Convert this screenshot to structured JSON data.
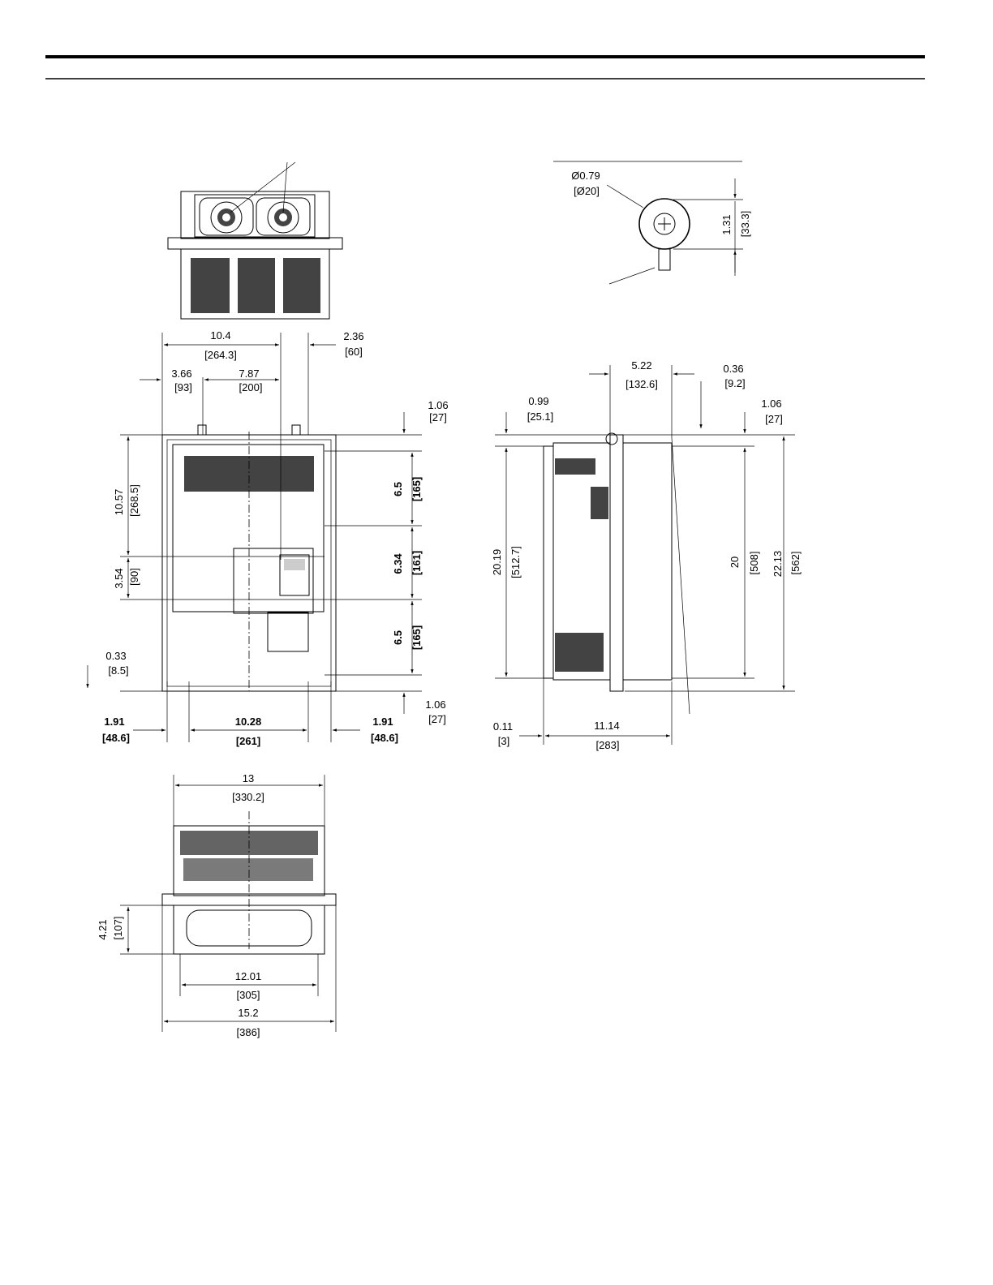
{
  "rear_view": {
    "width": "10.4",
    "width_mm": "[264.3]",
    "right_offset": "2.36",
    "right_offset_mm": "[60]",
    "left_hole": "3.66",
    "left_hole_mm": "[93]",
    "hole_pitch": "7.87",
    "hole_pitch_mm": "[200]",
    "top_margin": "1.06",
    "top_margin_mm": "[27]",
    "upper_height": "10.57",
    "upper_height_mm": "[268.5]",
    "mid_height": "3.54",
    "mid_height_mm": "[90]",
    "bottom_offset": "0.33",
    "bottom_offset_mm": "[8.5]",
    "seg_top": "6.5",
    "seg_top_mm": "[165]",
    "seg_mid": "6.34",
    "seg_mid_mm": "[161]",
    "seg_bot": "6.5",
    "seg_bot_mm": "[165]",
    "bottom_margin": "1.06",
    "bottom_margin_mm": "[27]",
    "left_edge": "1.91",
    "left_edge_mm": "[48.6]",
    "center_width": "10.28",
    "center_width_mm": "[261]",
    "right_edge": "1.91",
    "right_edge_mm": "[48.6]"
  },
  "eyebolt": {
    "diameter": "Ø0.79",
    "diameter_mm": "[Ø20]",
    "height": "1.31",
    "height_mm": "[33.3]"
  },
  "side_view": {
    "depth_front": "5.22",
    "depth_front_mm": "[132.6]",
    "flange": "0.36",
    "flange_mm": "[9.2]",
    "top_offset": "0.99",
    "top_offset_mm": "[25.1]",
    "top_margin": "1.06",
    "top_margin_mm": "[27]",
    "body_height": "20.19",
    "body_height_mm": "[512.7]",
    "mount_height": "20",
    "mount_height_mm": "[508]",
    "total_height": "22.13",
    "total_height_mm": "[562]",
    "rear_gap": "0.11",
    "rear_gap_mm": "[3]",
    "total_depth": "11.14",
    "total_depth_mm": "[283]"
  },
  "bottom_view": {
    "width": "13",
    "width_mm": "[330.2]",
    "duct_height": "4.21",
    "duct_height_mm": "[107]",
    "duct_width": "12.01",
    "duct_width_mm": "[305]",
    "flange_width": "15.2",
    "flange_width_mm": "[386]"
  }
}
